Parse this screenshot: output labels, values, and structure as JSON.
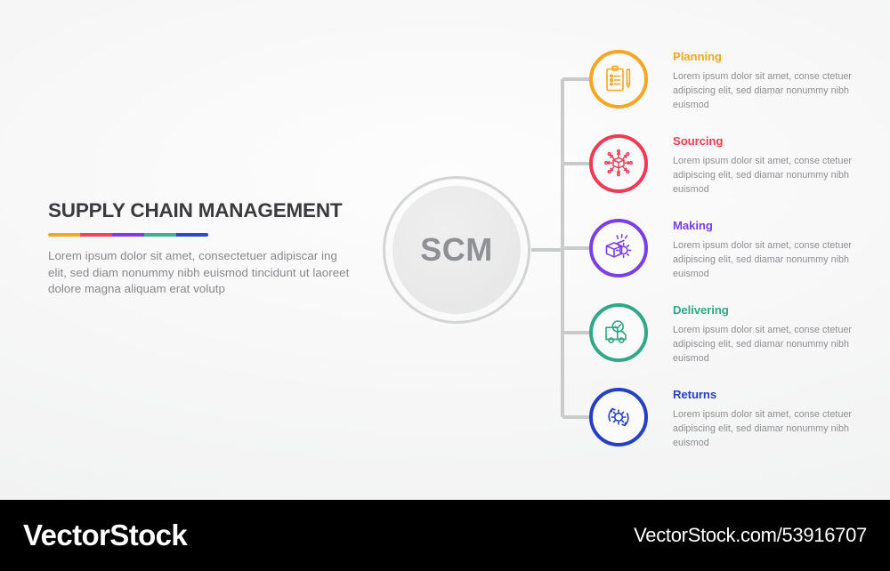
{
  "canvas": {
    "title": "SUPPLY CHAIN MANAGEMENT",
    "subtitle": "Lorem ipsum dolor sit amet, consectetuer adipiscar ing elit, sed diam nonummy nibh euismod tincidunt ut laoreet dolore magna aliquam erat volutp",
    "accent_colors": [
      "#F5A623",
      "#F0465A",
      "#7B3FE4",
      "#3BB491",
      "#2E4BC6"
    ],
    "background_color": "#F7F7F7"
  },
  "hub": {
    "label": "SCM",
    "ring_color": "#D3D4D4",
    "text_color": "#8F9094"
  },
  "connector": {
    "color": "#C9CACA"
  },
  "items": [
    {
      "heading": "Planning",
      "body": "Lorem ipsum dolor sit amet, conse ctetuer adipiscing elit, sed diamar nonummy nibh euismod",
      "color": "#F5A623",
      "icon": "clipboard-checklist-pen-icon"
    },
    {
      "heading": "Sourcing",
      "body": "Lorem ipsum dolor sit amet, conse ctetuer adipiscing elit, sed diamar nonummy nibh euismod",
      "color": "#EE3B55",
      "icon": "box-distribution-network-icon"
    },
    {
      "heading": "Making",
      "body": "Lorem ipsum dolor sit amet, conse ctetuer adipiscing elit, sed diamar nonummy nibh euismod",
      "color": "#7B3FE4",
      "icon": "box-gear-manufacturing-icon"
    },
    {
      "heading": "Delivering",
      "body": "Lorem ipsum dolor sit amet, conse ctetuer adipiscing elit, sed diamar nonummy nibh euismod",
      "color": "#31A886",
      "icon": "delivery-truck-check-icon"
    },
    {
      "heading": "Returns",
      "body": "Lorem ipsum dolor sit amet, conse ctetuer adipiscing elit, sed diamar nonummy nibh euismod",
      "color": "#2640C4",
      "icon": "gear-return-arrows-icon"
    }
  ],
  "footer": {
    "logo": "VectorStock",
    "url": "VectorStock.com/53916707",
    "background_color": "#000000"
  }
}
